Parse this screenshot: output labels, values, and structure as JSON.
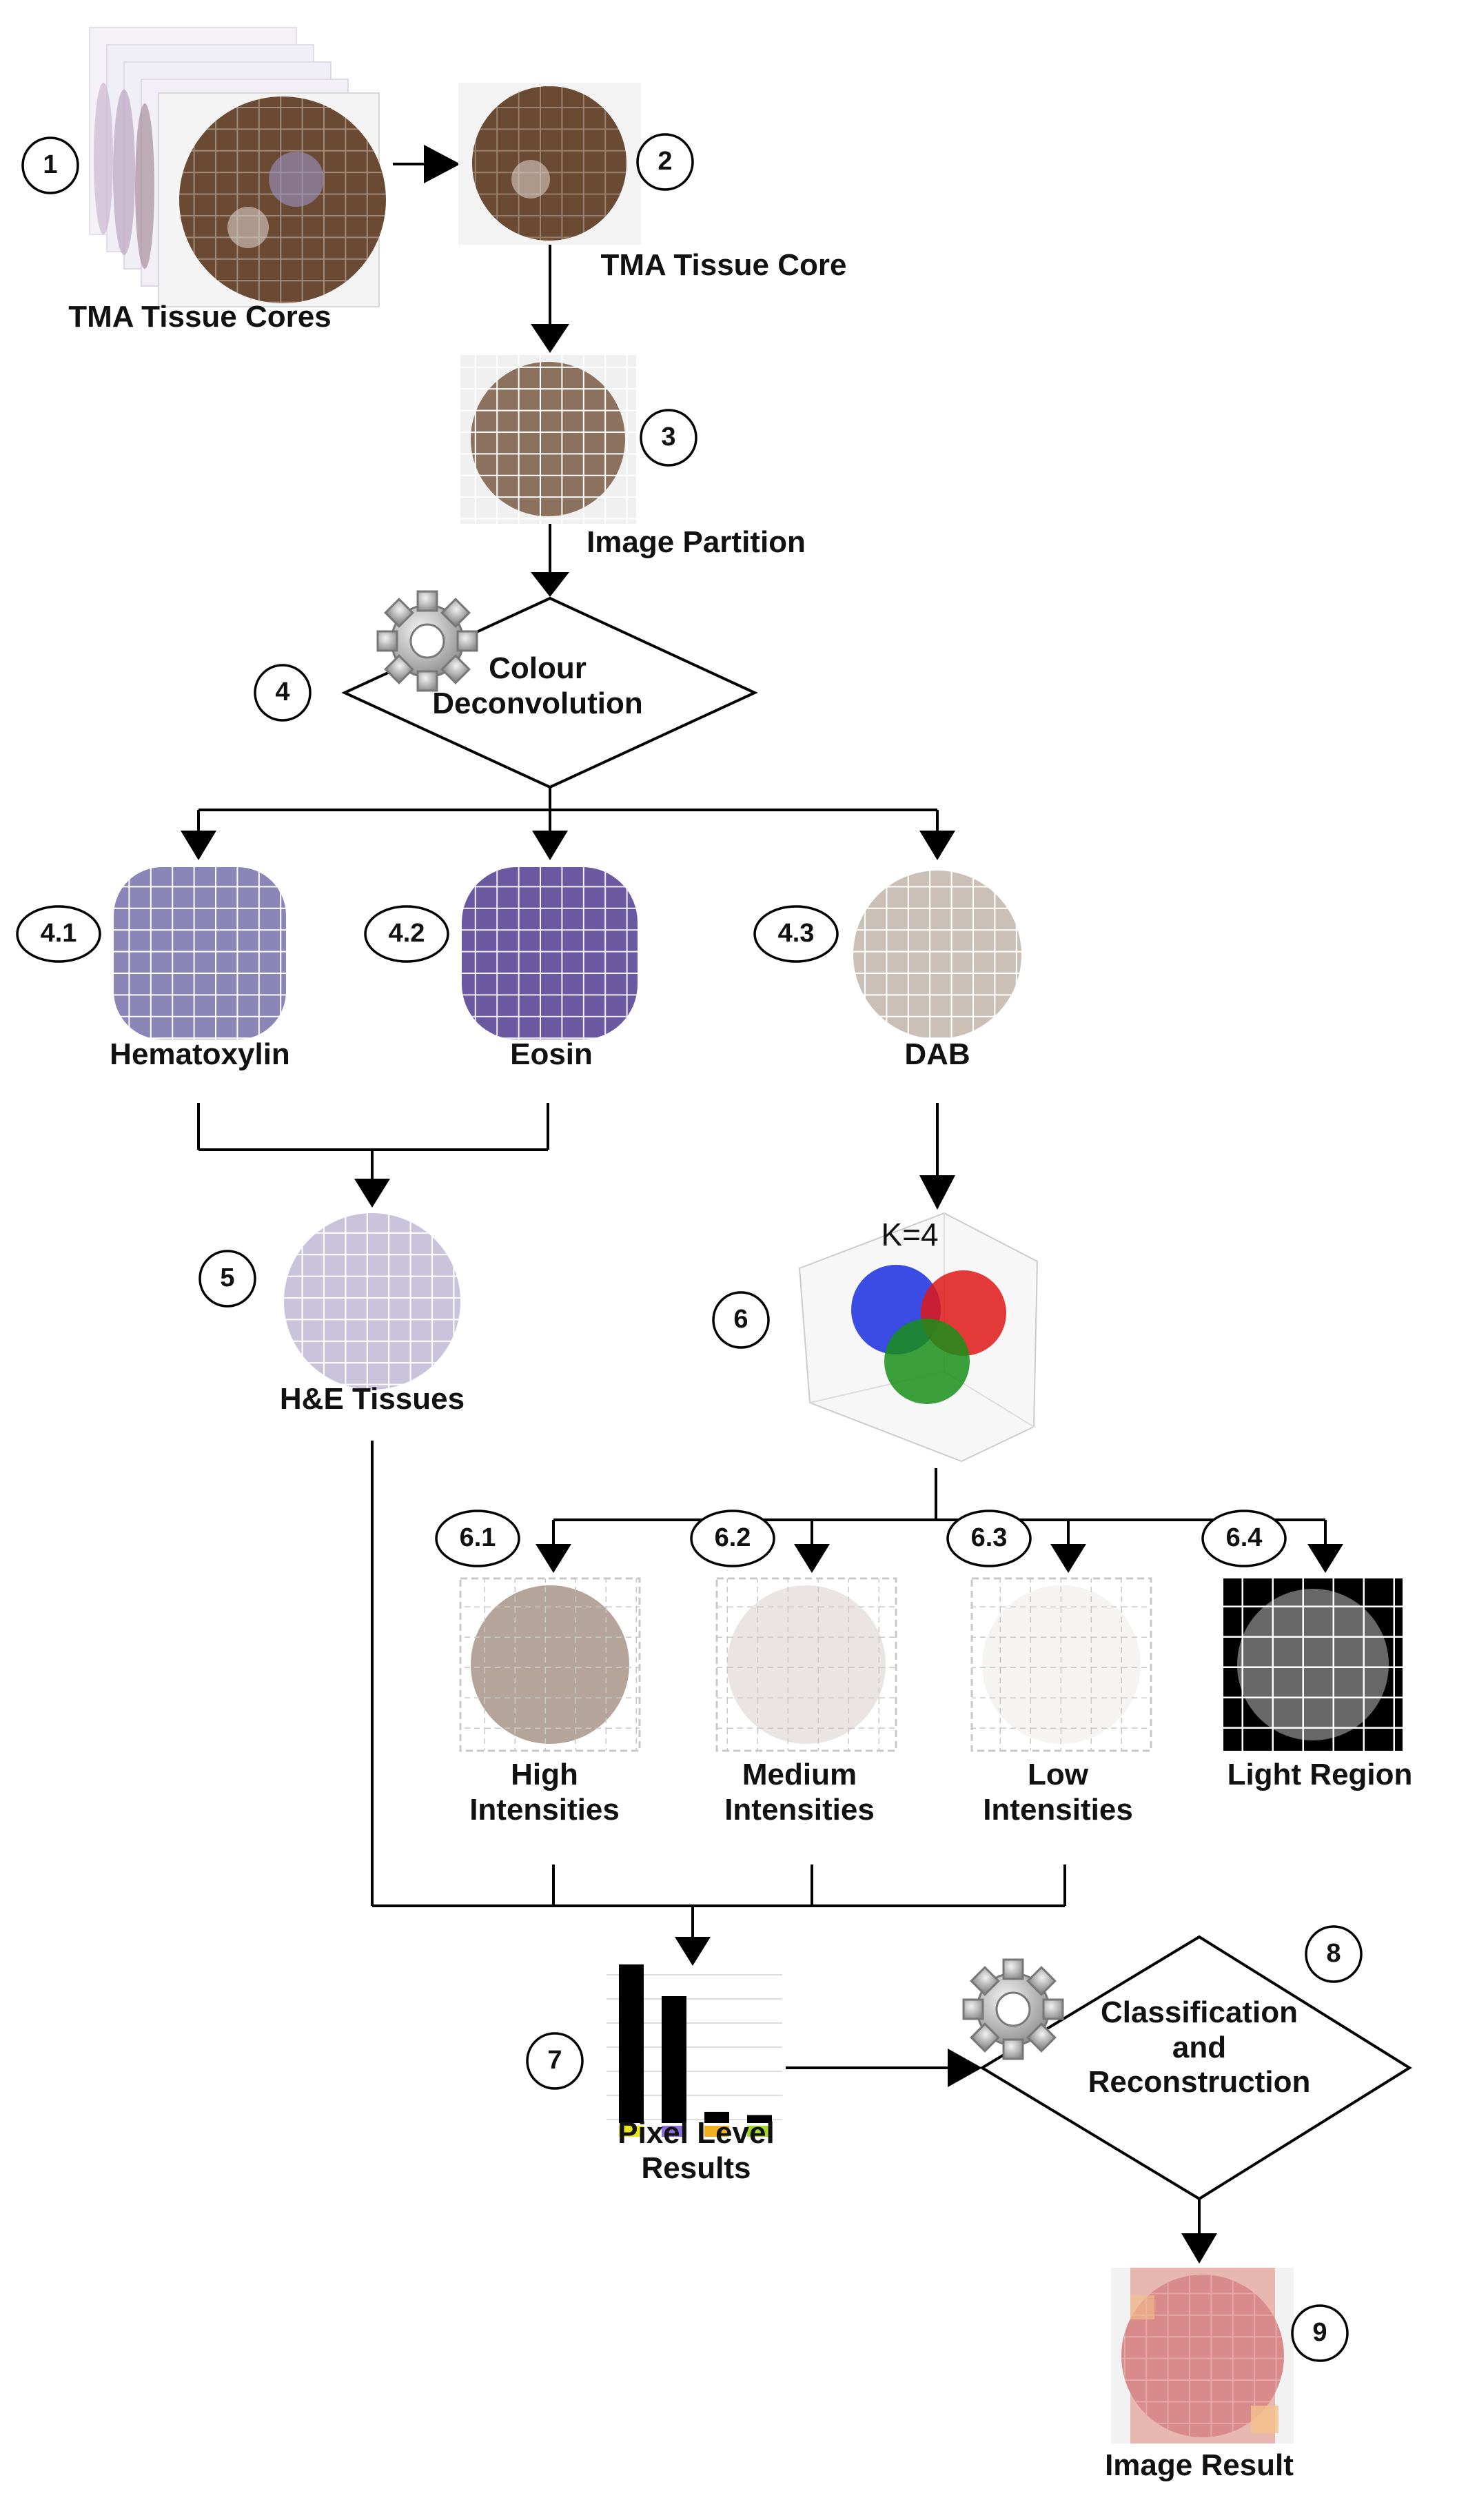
{
  "steps": {
    "tma_cores": {
      "number": "1",
      "label": "TMA Tissue Cores"
    },
    "tma_core": {
      "number": "2",
      "label": "TMA Tissue Core"
    },
    "partition": {
      "number": "3",
      "label": "Image Partition"
    },
    "deconvolution": {
      "number": "4",
      "line1": "Colour",
      "line2": "Deconvolution"
    },
    "hematoxylin": {
      "number": "4.1",
      "label": "Hematoxylin"
    },
    "eosin": {
      "number": "4.2",
      "label": "Eosin"
    },
    "dab": {
      "number": "4.3",
      "label": "DAB"
    },
    "he_tissues": {
      "number": "5",
      "label": "H&E Tissues"
    },
    "clustering": {
      "number": "6",
      "k_label": "K=4"
    },
    "high": {
      "number": "6.1",
      "line1": "High",
      "line2": "Intensities"
    },
    "medium": {
      "number": "6.2",
      "line1": "Medium",
      "line2": "Intensities"
    },
    "low": {
      "number": "6.3",
      "line1": "Low",
      "line2": "Intensities"
    },
    "light": {
      "number": "6.4",
      "label": "Light Region"
    },
    "pixel_results": {
      "number": "7",
      "line1": "Pixel Level",
      "line2": "Results"
    },
    "classification": {
      "number": "8",
      "line1": "Classification",
      "line2": "and",
      "line3": "Reconstruction"
    },
    "image_result": {
      "number": "9",
      "label": "Image Result"
    }
  },
  "colors": {
    "dab_brown": "#6b4a33",
    "hematoxylin": "#8b86b8",
    "eosin": "#6a58a0",
    "result_pink": "#d98b8b",
    "cluster_blue": "#1a2ee0",
    "cluster_red": "#e01818",
    "cluster_green": "#1a8f1a"
  },
  "mini_bar_chart": {
    "values": [
      100,
      80,
      7,
      5
    ],
    "colors": [
      "#e6e61a",
      "#8a6fd8",
      "#f0b020",
      "#a6d62a"
    ]
  }
}
